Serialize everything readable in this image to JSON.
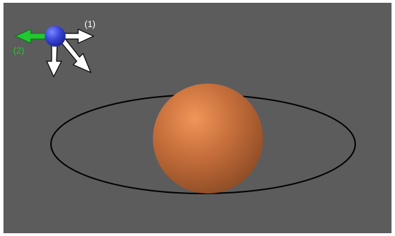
{
  "scene": {
    "background_color": "#5c5c5c",
    "frame_color": "#ffffff",
    "orbit": {
      "stroke_color": "#000000"
    },
    "planet": {
      "highlight_color": "#f0965a",
      "mid_color": "#c8703c",
      "shadow_color": "#8a4a24"
    },
    "moving_body": {
      "highlight_color": "#7a86ff",
      "mid_color": "#3a46d8",
      "shadow_color": "#1c2290"
    },
    "vectors": [
      {
        "id": "vector-1",
        "label": "(1)",
        "color": "#ffffff"
      },
      {
        "id": "vector-2",
        "label": "(2)",
        "color": "#22c832"
      },
      {
        "id": "vector-down",
        "color": "#ffffff"
      },
      {
        "id": "vector-diagonal",
        "color": "#ffffff"
      }
    ]
  }
}
